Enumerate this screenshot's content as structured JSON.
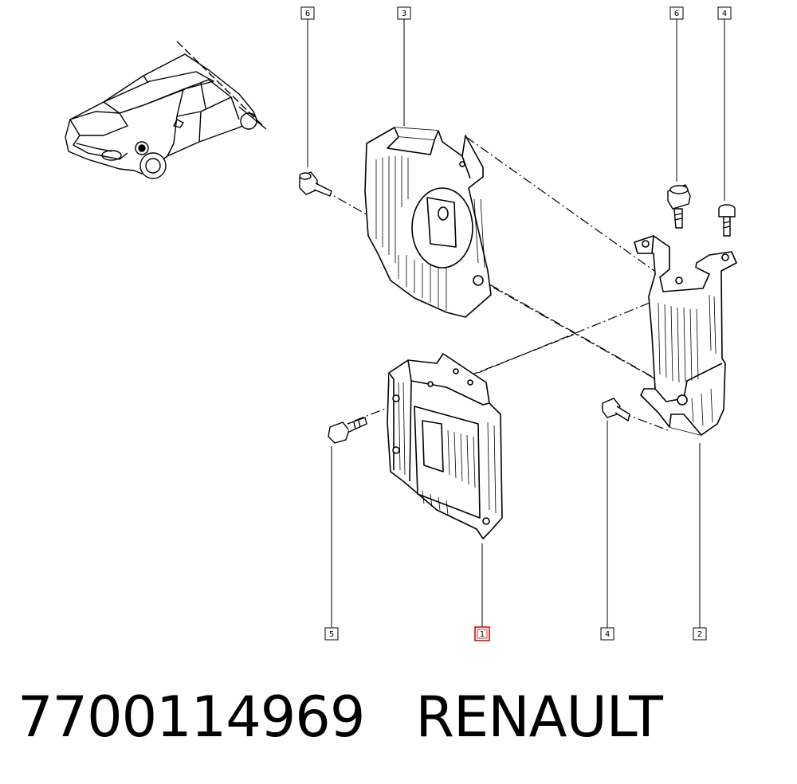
{
  "callouts": [
    {
      "id": "c6a",
      "label": "6"
    },
    {
      "id": "c3",
      "label": "3"
    },
    {
      "id": "c6b",
      "label": "6"
    },
    {
      "id": "c4a",
      "label": "4"
    },
    {
      "id": "c5",
      "label": "5"
    },
    {
      "id": "c1",
      "label": "1",
      "highlighted": true
    },
    {
      "id": "c4b",
      "label": "4"
    },
    {
      "id": "c2",
      "label": "2"
    }
  ],
  "caption": {
    "part_number": "7700114969",
    "brand": "RENAULT"
  },
  "colors": {
    "line": "#000000",
    "highlight": "#cc0000",
    "background": "#ffffff"
  }
}
